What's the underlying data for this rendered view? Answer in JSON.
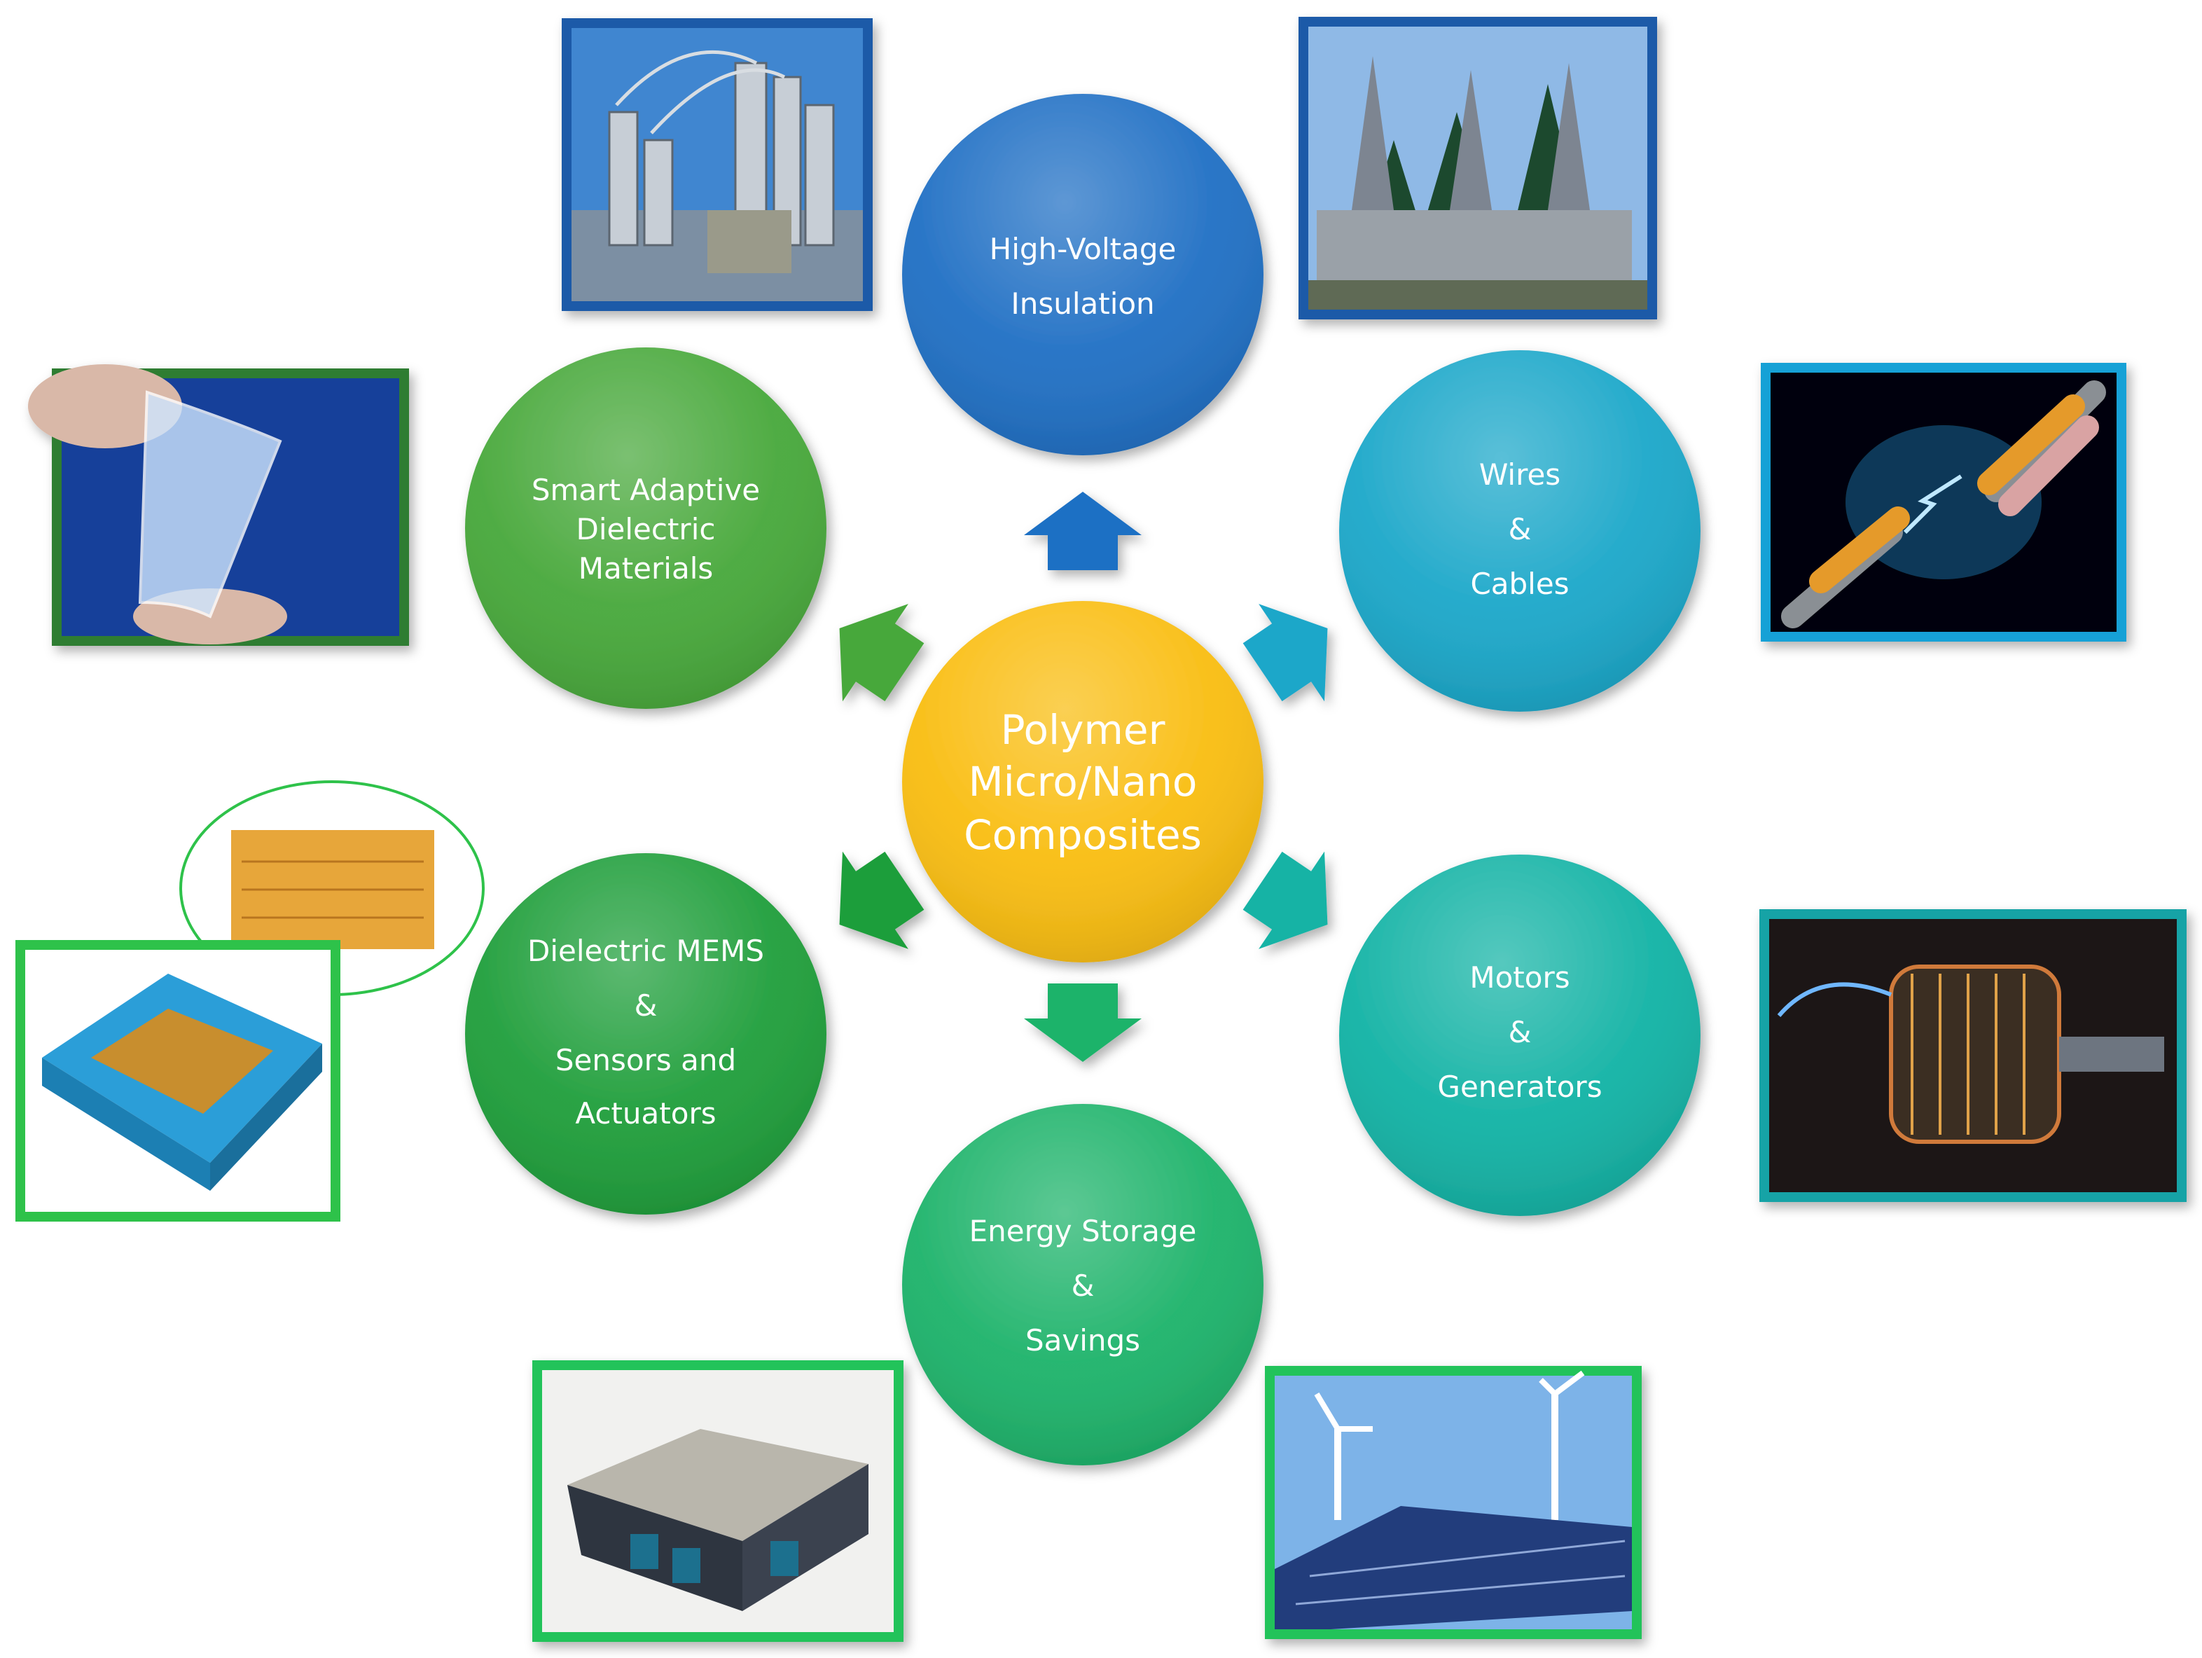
{
  "center": {
    "lines": [
      "Polymer",
      "Micro/Nano",
      "Composites"
    ],
    "color": "#f9bd10"
  },
  "nodes": [
    {
      "id": "high-voltage-insulation",
      "lines": [
        "High-Voltage",
        "Insulation"
      ],
      "color": "#1f6fc4",
      "photo": "high-voltage-substation"
    },
    {
      "id": "wires-cables",
      "lines": [
        "Wires",
        "&",
        "Cables"
      ],
      "color": "#1aa7c9",
      "photo": "stripped-power-cables"
    },
    {
      "id": "motors-generators",
      "lines": [
        "Motors",
        "&",
        "Generators"
      ],
      "color": "#13b3a5",
      "photo": "electric-motor-cutaway"
    },
    {
      "id": "energy-storage-savings",
      "lines": [
        "Energy Storage",
        "&",
        "Savings"
      ],
      "color": "#1db36a",
      "photo": "battery-pack"
    },
    {
      "id": "dielectric-mems",
      "lines": [
        "Dielectric MEMS",
        "&",
        "Sensors and",
        "Actuators"
      ],
      "color": "#1e9e3a",
      "photo": "mems-sensor-chip"
    },
    {
      "id": "smart-adaptive-dielectric",
      "lines": [
        "Smart Adaptive",
        "Dielectric",
        "Materials"
      ],
      "color": "#47a83a",
      "photo": "flexible-dielectric-film"
    }
  ],
  "photos": [
    {
      "id": "high-voltage-substation",
      "border": "#1a5aa8"
    },
    {
      "id": "hv-bushings",
      "border": "#1a5aa8"
    },
    {
      "id": "stripped-power-cables",
      "border": "#18a1d6"
    },
    {
      "id": "electric-motor-cutaway",
      "border": "#17a3a6"
    },
    {
      "id": "wind-solar-farm",
      "border": "#22c35a"
    },
    {
      "id": "battery-pack",
      "border": "#22c35a"
    },
    {
      "id": "mems-sensor-chip",
      "border": "#22c33a"
    },
    {
      "id": "flexible-dielectric-film",
      "border": "#2e7d32"
    }
  ],
  "arrows": [
    {
      "id": "arrow-up",
      "color": "#1f6fc4"
    },
    {
      "id": "arrow-upper-right",
      "color": "#1aa7c9"
    },
    {
      "id": "arrow-lower-right",
      "color": "#13b3a5"
    },
    {
      "id": "arrow-down",
      "color": "#1db36a"
    },
    {
      "id": "arrow-lower-left",
      "color": "#1e9e3a"
    },
    {
      "id": "arrow-upper-left",
      "color": "#47a83a"
    }
  ]
}
